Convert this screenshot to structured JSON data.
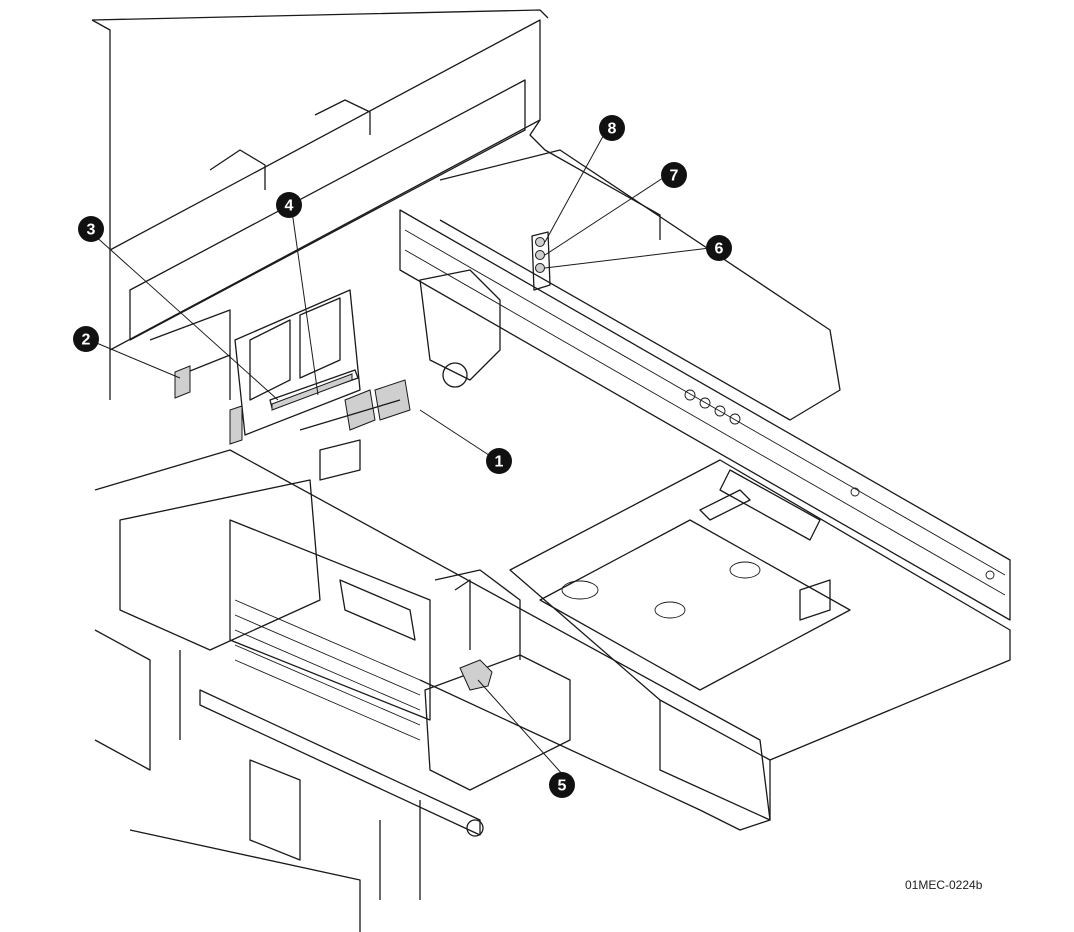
{
  "figure": {
    "code": "01MEC-0224b",
    "callouts": [
      {
        "label": "1"
      },
      {
        "label": "2"
      },
      {
        "label": "3"
      },
      {
        "label": "4"
      },
      {
        "label": "5"
      },
      {
        "label": "6"
      },
      {
        "label": "7"
      },
      {
        "label": "8"
      }
    ]
  }
}
